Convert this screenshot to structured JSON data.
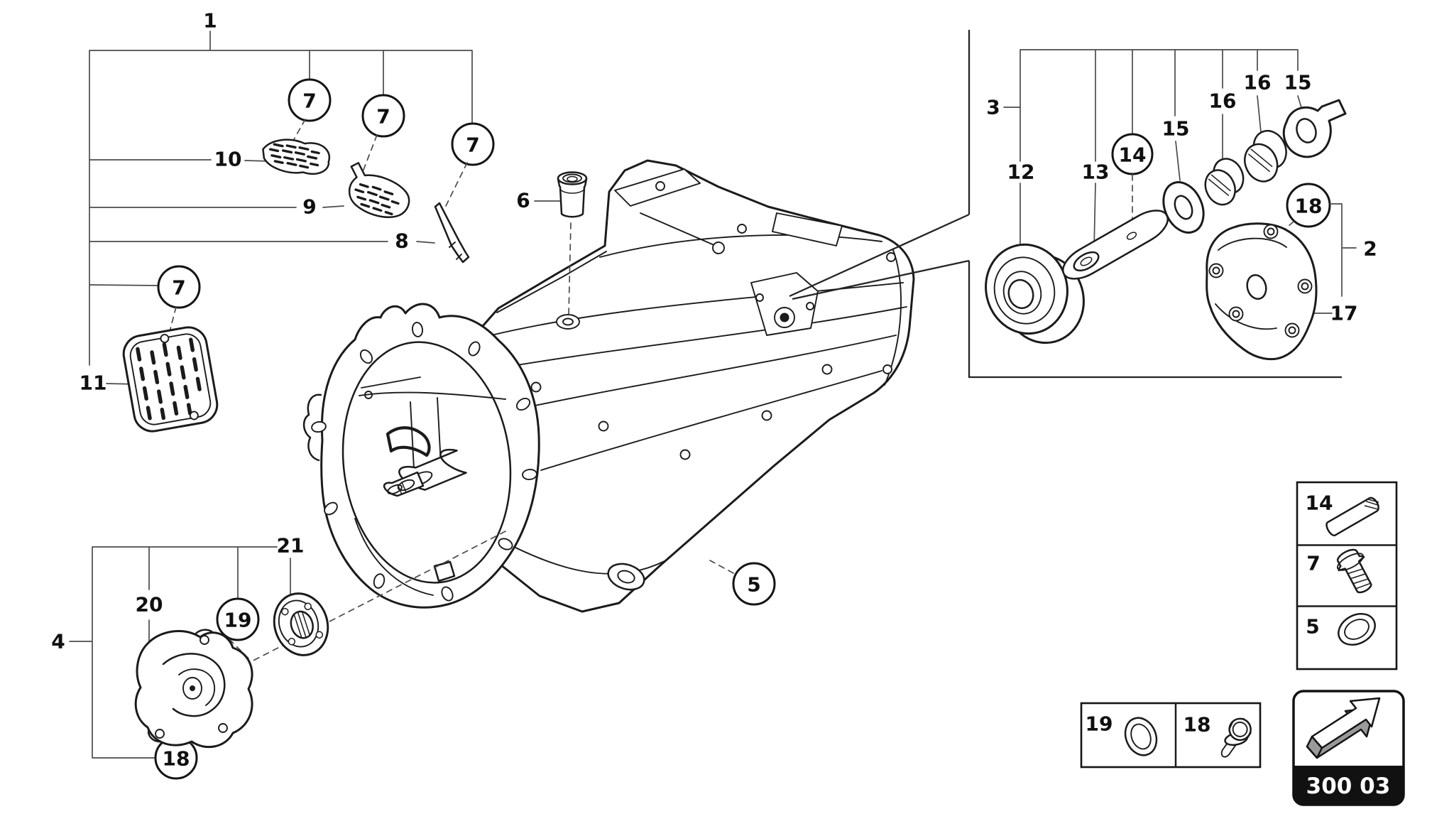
{
  "page": {
    "background": "#ffffff",
    "ink_color": "#1b1b1b",
    "leader_color": "#4b4b4b",
    "arrow_side_color": "#9a9a9a",
    "code_band_color": "#111111"
  },
  "callouts": {
    "n1": "1",
    "n2": "2",
    "n3": "3",
    "n4": "4",
    "n5": "5",
    "n6": "6",
    "n7": "7",
    "n8": "8",
    "n9": "9",
    "n10": "10",
    "n11": "11",
    "n12": "12",
    "n13": "13",
    "n14": "14",
    "n15": "15",
    "n16": "16",
    "n17": "17",
    "n18": "18",
    "n19": "19",
    "n20": "20",
    "n21": "21"
  },
  "legend_side": {
    "rows": [
      {
        "num": "14",
        "icon": "roll-pin-icon"
      },
      {
        "num": "7",
        "icon": "plug-screw-icon"
      },
      {
        "num": "5",
        "icon": "o-ring-icon"
      }
    ]
  },
  "legend_bottom": {
    "cells": [
      {
        "num": "19",
        "icon": "seal-ring-icon"
      },
      {
        "num": "18",
        "icon": "flanged-bolt-icon"
      }
    ]
  },
  "footer_tile": {
    "code": "300 03",
    "icon": "next-section-arrow-icon"
  }
}
